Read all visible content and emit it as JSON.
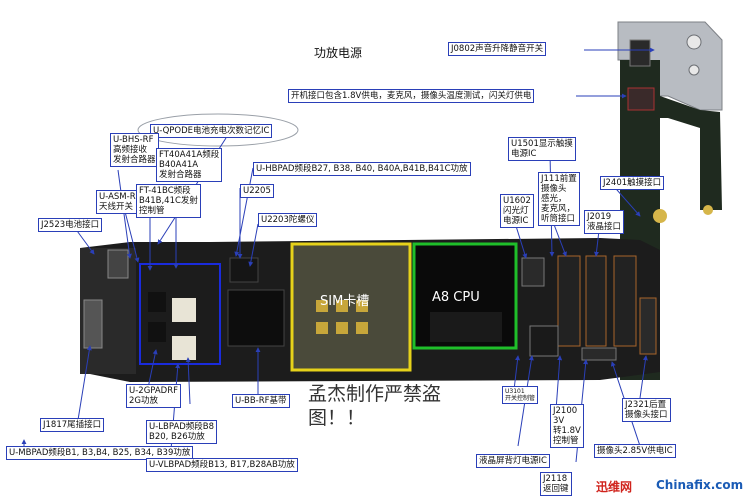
{
  "title": "功放电源",
  "labels": {
    "j0802": "J0802声音升降静音开关",
    "open_interface": "开机接口包含1.8V供电，麦克风，摄像头温度测试，闪关灯供电",
    "u_qpode": "U-QPODE电池充电次数记忆IC",
    "u_hbpad": "U-HBPAD频段B27, B38, B40, B40A,B41B,B41C功放",
    "u_bhs_rf": "U-BHS-RF\n高频接收\n发射合路器",
    "ft40": "FT40A41A频段\nB40A41A\n发射合路器",
    "u_asm_rf": "U-ASM-RF\n天线开关",
    "ft41": "FT-41BC频段\nB41B,41C发射\n控制管",
    "u2205": "U2205",
    "u2203": "U2203陀螺仪",
    "j2523": "J2523电池接口",
    "u1501": "U1501显示触摸\n电源IC",
    "j2401": "J2401触摸接口",
    "j111": "J111前置\n摄像头\n感光，\n麦克风，\n听筒接口",
    "u1602": "U1602\n闪光灯\n电源IC",
    "j2019": "J2019\n液晶接口",
    "sim": "SIM卡槽",
    "cpu": "A8 CPU",
    "u_2gpadrf": "U-2GPADRF\n2G功放",
    "u_lbpad": "U-LBPAD频段B8\nB20, B26功放",
    "u_bb_rf": "U-BB-RF基带",
    "warning": "孟杰制作严禁盗\n图！！",
    "j1817": "J1817尾插接口",
    "u_mbpad": "U-MBPAD频段B1, B3,B4, B25, B34, B39功放",
    "u_vlbpad": "U-VLBPAD频段B13, B17,B28AB功放",
    "u3101": "U3101\n开关控制管",
    "j2100": "J2100\n3V\n转1.8V\n控制管",
    "backlight": "液晶屏背灯电源IC",
    "j2321": "J2321后置\n摄像头接口",
    "cam_power": "摄像头2.85V供电IC",
    "j2118": "J2118\n返回键",
    "logo1": "迅维网",
    "logo2": "Chinafix.com"
  },
  "colors": {
    "callout_border": "#2a3fb8",
    "arrow": "#2a3fb8",
    "cpu_box": "#1fbf2a",
    "sim_box": "#e6d21a",
    "pcb": "#1c1c1c",
    "logo_red": "#d0231c",
    "logo_blue": "#1a5bb5"
  }
}
